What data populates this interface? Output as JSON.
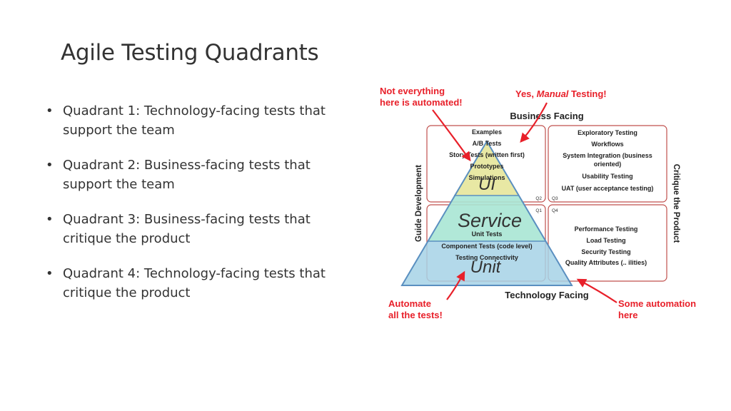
{
  "slide": {
    "title": "Agile Testing Quadrants",
    "bullets": [
      "Quadrant 1: Technology-facing tests that support the team",
      "Quadrant 2: Business-facing tests that support the team",
      "Quadrant 3: Business-facing tests that critique the product",
      "Quadrant 4: Technology-facing tests that critique the product"
    ]
  },
  "diagram": {
    "axis_top": "Business Facing",
    "axis_bottom": "Technology Facing",
    "axis_left": "Guide Development",
    "axis_right": "Critique the Product",
    "quadrant_labels": {
      "q1": "Q1",
      "q2": "Q2",
      "q3": "Q3",
      "q4": "Q4"
    },
    "q2_lines": [
      "Examples",
      "A/B Tests",
      "Story Tests (written first)",
      "Prototypes",
      "Simulations"
    ],
    "q1_lines": [
      "Unit Tests",
      "Component Tests (code level)",
      "Testing Connectivity"
    ],
    "q3_lines": [
      "Exploratory Testing",
      "Workflows",
      "System Integration (business",
      "oriented)",
      "Usability Testing",
      "UAT (user acceptance testing)"
    ],
    "q4_lines": [
      "Performance Testing",
      "Load Testing",
      "Security Testing",
      "Quality Attributes (.. ilities)"
    ],
    "pyramid_layers": {
      "top": "UI",
      "middle": "Service",
      "bottom": "Unit"
    },
    "annotations": {
      "top_left": [
        "Not everything",
        "here is automated!"
      ],
      "top_right_prefix": "Yes, ",
      "top_right_emph": "Manual",
      "top_right_suffix": " Testing!",
      "bottom_left": [
        "Automate",
        "all the tests!"
      ],
      "bottom_right": [
        "Some automation",
        "here"
      ]
    },
    "colors": {
      "annotation_red": "#e8202a",
      "box_border": "#c0504d",
      "pyramid_top": "#e6e69a",
      "pyramid_mid": "#a8e6d4",
      "pyramid_bottom": "#a6d2e6",
      "pyramid_outline": "#5a8fc0"
    }
  }
}
